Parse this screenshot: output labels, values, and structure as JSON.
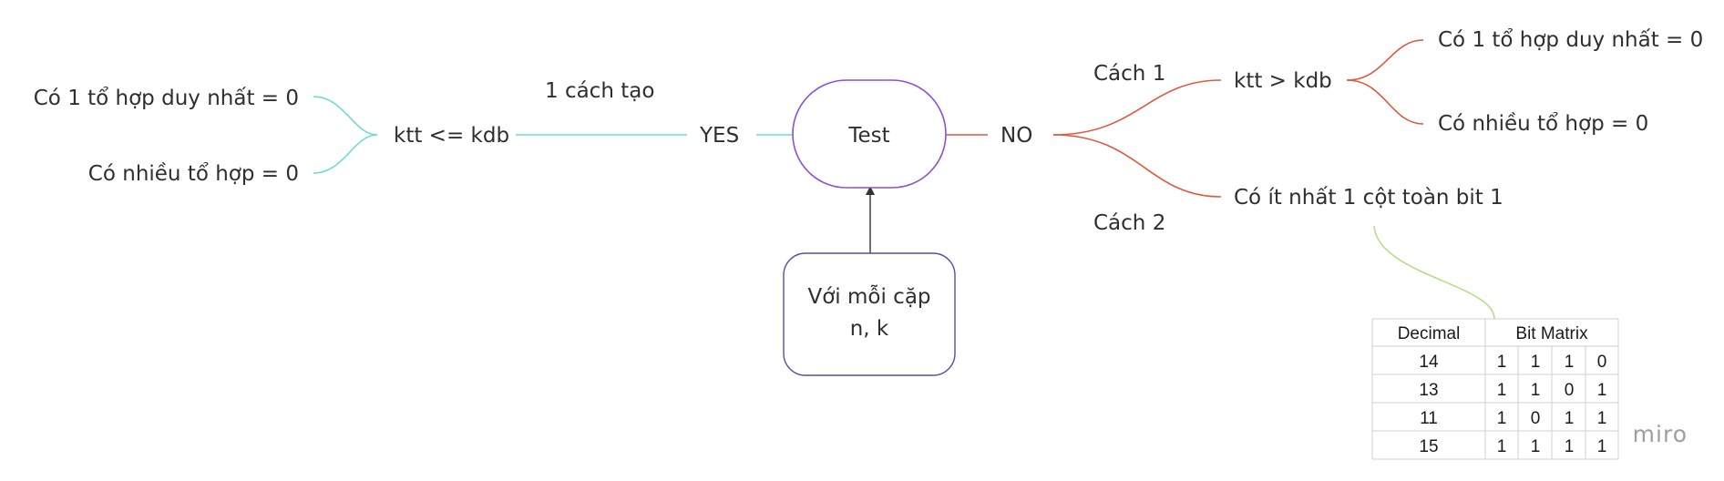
{
  "diagram": {
    "center_node": "Test",
    "input_node": [
      "Với mỗi cặp",
      "n, k"
    ],
    "yes_branch": {
      "label": "YES",
      "edge_label": "1 cách tạo",
      "condition": "ktt <= kdb",
      "outcomes": [
        "Có 1 tổ hợp duy nhất = 0",
        "Có nhiều tổ hợp = 0"
      ]
    },
    "no_branch": {
      "label": "NO",
      "option1_label": "Cách 1",
      "option1_condition": "ktt > kdb",
      "option1_outcomes": [
        "Có 1 tổ hợp duy nhất = 0",
        "Có nhiều tổ hợp = 0"
      ],
      "option2_label": "Cách 2",
      "option2_condition": "Có ít nhất 1 cột toàn bit 1"
    },
    "table": {
      "headers": [
        "Decimal",
        "Bit Matrix"
      ],
      "rows": [
        {
          "decimal": "14",
          "bits": [
            "1",
            "1",
            "1",
            "0"
          ]
        },
        {
          "decimal": "13",
          "bits": [
            "1",
            "1",
            "0",
            "1"
          ]
        },
        {
          "decimal": "11",
          "bits": [
            "1",
            "0",
            "1",
            "1"
          ]
        },
        {
          "decimal": "15",
          "bits": [
            "1",
            "1",
            "1",
            "1"
          ]
        }
      ]
    }
  },
  "watermark": "miro",
  "colors": {
    "yes_edge": "#6fdad3",
    "no_edge": "#e0583c",
    "table_connector": "#b5dd8a",
    "test_border": "#8a4fe0",
    "input_border": "#5b4aa8"
  }
}
